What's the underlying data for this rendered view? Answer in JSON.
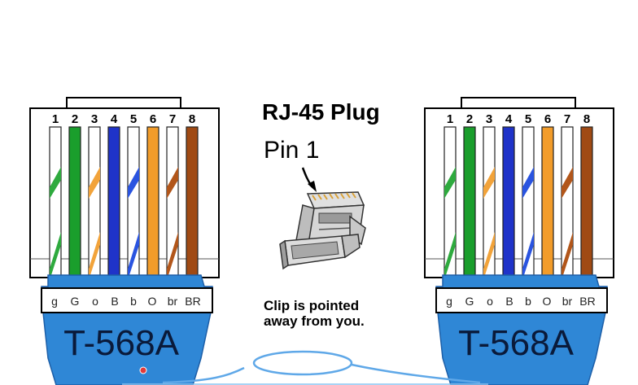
{
  "title": "RJ-45 Plug",
  "pin1_label": "Pin 1",
  "clip_note": [
    "Clip is pointed",
    "away from you."
  ],
  "connectors": [
    {
      "standard": "T-568A"
    },
    {
      "standard": "T-568A"
    }
  ],
  "pin_numbers": [
    "1",
    "2",
    "3",
    "4",
    "5",
    "6",
    "7",
    "8"
  ],
  "wire_codes": [
    "g",
    "G",
    "o",
    "B",
    "b",
    "O",
    "br",
    "BR"
  ],
  "wires": [
    {
      "code": "g",
      "color": "#2eaa3e",
      "striped": true
    },
    {
      "code": "G",
      "color": "#1a9e2c",
      "striped": false
    },
    {
      "code": "o",
      "color": "#f2a33a",
      "striped": true
    },
    {
      "code": "B",
      "color": "#1f33c9",
      "striped": false
    },
    {
      "code": "b",
      "color": "#2a54e0",
      "striped": true
    },
    {
      "code": "O",
      "color": "#f29c2a",
      "striped": false
    },
    {
      "code": "br",
      "color": "#b2561a",
      "striped": true
    },
    {
      "code": "BR",
      "color": "#a04a14",
      "striped": false
    }
  ],
  "colors": {
    "boot": "#2f87d6",
    "boot_dark": "#1d5fa8",
    "cable": "#3f8fd8",
    "connector_body": "#ffffff",
    "outline": "#000000"
  }
}
